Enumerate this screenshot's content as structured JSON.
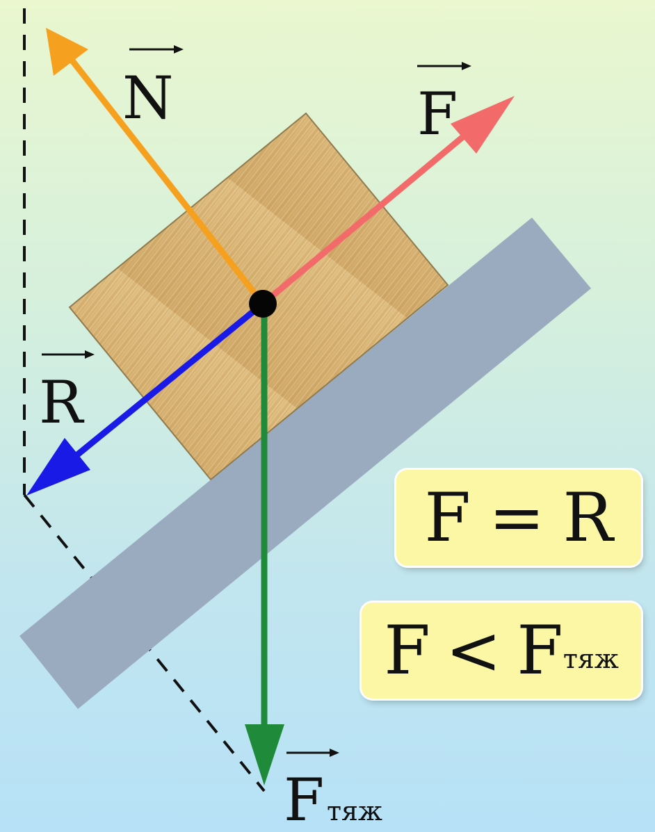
{
  "labels": {
    "n": "N",
    "f": "F",
    "r": "R",
    "ftyazh_main": "F",
    "ftyazh_sub": "тяж"
  },
  "formulas": {
    "f_eq_r": {
      "left": "F",
      "op": "=",
      "right": "R"
    },
    "f_lt_ftyazh": {
      "left": "F",
      "op": "<",
      "right": "F",
      "right_sub": "тяж"
    }
  },
  "colors": {
    "normal_force": "#f6a020",
    "applied_force": "#f26a6a",
    "resultant": "#1a1ae6",
    "gravity": "#1e8a3a",
    "incline": "#9aabc0",
    "block": "#d9b878",
    "formula_bg": "#fbf7a4"
  }
}
